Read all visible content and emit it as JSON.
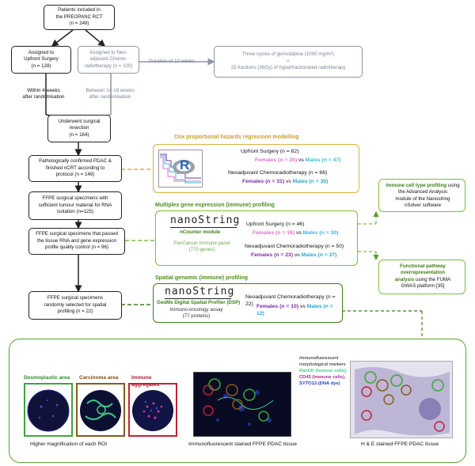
{
  "flow": {
    "patients": "Patients included in\nthe PREOPANC RCT\n(n = 248)",
    "upfront": "Assigned to\nUpfront Surgery\n(n = 128)",
    "neoadj": "Assigned to Neo-\nadjuvant Chemo-\nradiotherapy (n = 120)",
    "duration": "Duration of 10 weeks",
    "regimen": "Three cycles of gemcitabine (1000 mg/m²)\n+\n15 fractions (36Gy) of hyperfractionated radiotherapy",
    "within4": "Within 4 weeks\nafter randomisation",
    "between": "Between 14-18 weeks\nafter randomisation",
    "resection": "Underwent surgical\nresection\n(n = 164)",
    "confirmed": "Pathologically confirmed PDAC &\nfinished nCRT according to\nprotocol (n = 148)",
    "ffpe_rna": "FFPE surgical specimens with\nsufficient tumour material for RNA\nisolation (n=125)",
    "ffpe_qc": "FFPE surgical specimens that passed\nthe tissue RNA and gene expression\nprofile quality control (n = 96)",
    "ffpe_spatial": "FFPE surgical specimens\nrandomly selected for spatial\nprofiling (n = 22)"
  },
  "cox": {
    "title": "Cox proportional hazards regression modelling",
    "r_logo": "R",
    "upfront": "Upfront Surgery (n = 82)",
    "upfront_f": "Females (n = 35)",
    "vs": "vs",
    "upfront_m": "Males (n = 47)",
    "neo": "Neoadjuvant Chemoradiotherapy (n = 66)",
    "neo_f": "Females (n = 31)",
    "neo_m": "Males (n = 35)"
  },
  "multiplex": {
    "title": "Multiplex gene expression (immune) profiling",
    "logo": "nanoString",
    "module": "nCounter module",
    "panel": "PanCancer immune panel\n(770 genes)",
    "upfront": "Upfront Surgery (n = 46)",
    "upfront_f": "Females (n = 16)",
    "vs": "vs",
    "upfront_m": "Males (n = 30)",
    "neo": "Neoadjuvant Chemoradiotherapy (n = 50)",
    "neo_f": "Females (n = 23)",
    "neo_m": "Males (n = 27)",
    "cell_bold": "Immune cell type profiling",
    "cell_rest": "using the Advanced Analysis\nmodule of the Nanostring\nnSolver software",
    "path_bold": "Functional pathway\noverrepresentation\nanalysis",
    "path_rest": " using the FUMA\nGWAS platform [35]"
  },
  "spatial": {
    "title": "Spatial genomic (immune) profiling",
    "logo": "nanoString",
    "dsp": "GeoMx Digital Spatial Profiler (DSP)",
    "assay": "Immuno-oncology assay\n(77 proteins)",
    "neo": "Neoadjuvant Chemoradiotherapy (n = 22)",
    "neo_f": "Females (n = 10)",
    "vs": "vs",
    "neo_m": "Males (n = 12)"
  },
  "bottom": {
    "desmo": "Desmoplastic area",
    "carcinoma": "Carcinoma area",
    "immune": "Immune aggregates",
    "roi_caption": "Higher magnification of each ROI",
    "if_caption": "Immunofluorescent stained  FFPE PDAC tissue",
    "he_caption": "H & E stained FFPE PDAC tissue",
    "markers_title": "Immunofluorescent\nmorphological markers",
    "marker1": "PanCK (tumour cells),",
    "marker2": "CD45 (immune cells),",
    "marker3": "SYTO13 (DNA dye)"
  },
  "colors": {
    "yellow": "#d7b43d",
    "green": "#7cbf3a",
    "dark_green": "#3f7f16",
    "female": "#e06fd2",
    "male": "#37b9d9",
    "desmo": "#3fa63f",
    "carcinoma": "#8a5a1e",
    "immune": "#c0233a"
  }
}
